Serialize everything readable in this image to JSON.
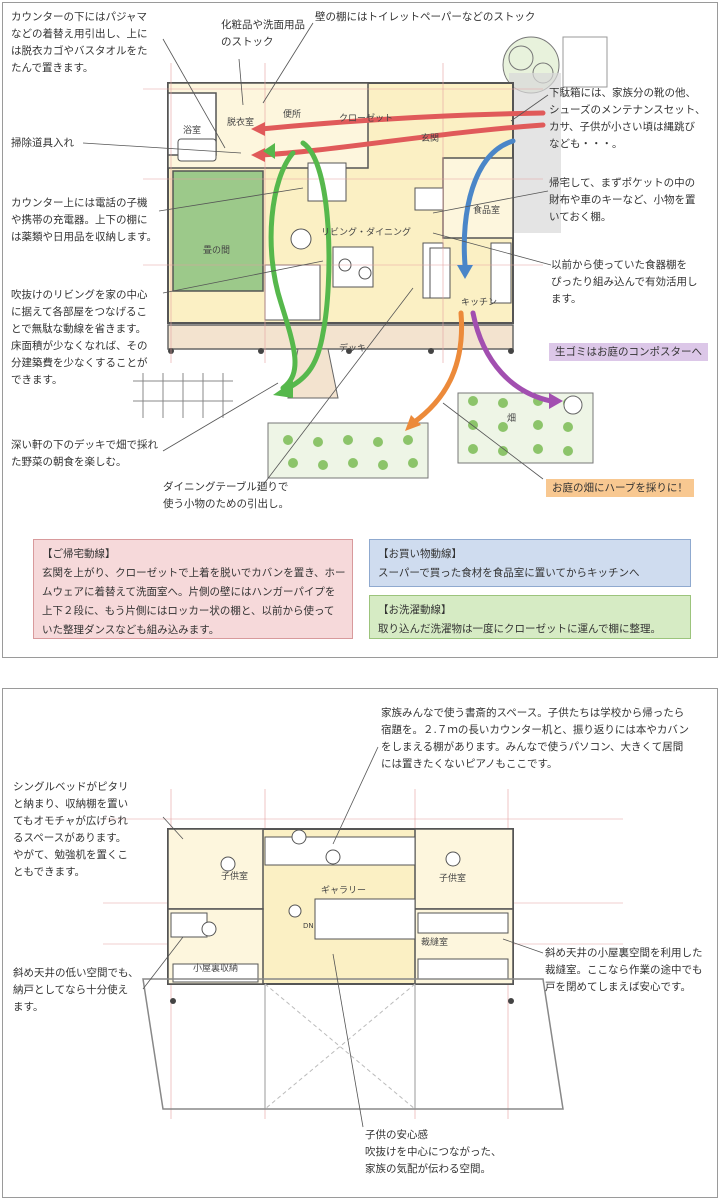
{
  "floor1": {
    "notes": {
      "pajama": "カウンターの下にはパジャマ\nなどの着替え用引出し、上に\nは脱衣カゴやバスタオルをた\nたんで置きます。",
      "cosmetics": "化粧品や洗面用品\nのストック",
      "toilet_shelf": "壁の棚にはトイレットペーパーなどのストック",
      "cleaning": "掃除道具入れ",
      "counter_phone": "カウンター上には電話の子機\nや携帯の充電器。上下の棚に\nは薬類や日用品を収納します。",
      "shoebox": "下駄箱には、家族分の靴の他、\nシューズのメンテナンスセット、\nカサ、子供が小さい頃は縄跳び\nなども・・・。",
      "pocket": "帰宅して、まずポケットの中の\n財布や車のキーなど、小物を置\nいておく棚。",
      "dish_shelf": "以前から使っていた食器棚を\nぴったり組み込んで有効活用し\nます。",
      "fukinuke": "吹抜けのリビングを家の中心\nに据えて各部屋をつなげるこ\nとで無駄な動線を省きます。\n床面積が少なくなれば、その\n分建築費を少なくすることが\nできます。",
      "deck": "深い軒の下のデッキで畑で採れ\nた野菜の朝食を楽しむ。",
      "drawer": "ダイニングテーブル廻りで\n使う小物のための引出し。"
    },
    "rooms": {
      "senmen": "脱衣室",
      "toilet": "便所",
      "closet": "クローゼット",
      "genkan": "玄関",
      "yokushitsu": "浴室",
      "washitsu": "畳の間",
      "living": "リビング・ダイニング",
      "shokuhinko": "食品室",
      "kitchen": "キッチン",
      "deck": "デッキ",
      "hatake": "畑"
    },
    "tags": {
      "compost": "生ゴミはお庭のコンポスターへ",
      "herb": "お庭の畑にハーブを採りに！"
    },
    "boxes": {
      "kitaku_title": "【ご帰宅動線】",
      "kitaku_body": "玄関を上がり、クローゼットで上着を脱いでカバンを置き、ホー\nムウェアに着替えて洗面室へ。片側の壁にはハンガーパイプを\n上下２段に、もう片側にはロッカー状の棚と、以前から使って\nいた整理ダンスなども組み込みます。",
      "kaimono_title": "【お買い物動線】",
      "kaimono_body": "スーパーで買った食材を食品室に置いてからキッチンへ",
      "sentaku_title": "【お洗濯動線】",
      "sentaku_body": "取り込んだ洗濯物は一度にクローゼットに運んで棚に整理。"
    }
  },
  "floor2": {
    "notes": {
      "study": "家族みんなで使う書斎的スペース。子供たちは学校から帰ったら\n宿題を。２.７ｍの長いカウンター机と、振り返りには本やカバン\nをしまえる棚があります。みんなで使うパソコン、大きくて居間\nには置きたくないピアノもここです。",
      "single_bed": "シングルベッドがピタリ\nと納まり、収納棚を置い\nてもオモチャが広げられ\nるスペースがあります。\nやがて、勉強机を置くこ\nともできます。",
      "nando": "斜め天井の低い空間でも、\n納戸としてなら十分使え\nます。",
      "sewing": "斜め天井の小屋裏空間を利用した\n裁縫室。ここなら作業の途中でも\n戸を閉めてしまえば安心です。",
      "anshin": "子供の安心感\n吹抜けを中心につながった、\n家族の気配が伝わる空間。"
    },
    "rooms": {
      "kodomo1": "子供室",
      "gallery": "ギャラリー",
      "kodomo2": "子供室",
      "koyaura": "小屋裏収納",
      "saihou": "裁縫室",
      "dn": "DN"
    }
  },
  "colors": {
    "floor_fill": "#fbf0c4",
    "tatami": "#9cc98a",
    "red_line": "#e05a5a",
    "blue_line": "#4a86c8",
    "green_line": "#56b84c",
    "orange_line": "#ec8a3a",
    "purple_line": "#a24fb0",
    "pink_box": "#f6d9da",
    "blue_box": "#cfdcef",
    "green_box": "#d6ebc4",
    "purple_tag": "#dcc7e8",
    "orange_tag": "#f8c891"
  }
}
